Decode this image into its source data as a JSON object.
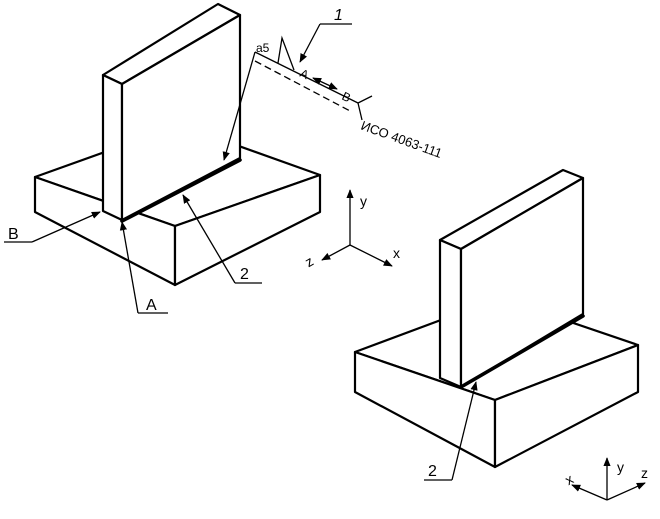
{
  "callouts": {
    "weld_line": "1",
    "joint_left": "2",
    "joint_right": "2",
    "arrow_side": "A",
    "other_side": "B"
  },
  "weld_symbol": {
    "size": "a5",
    "side_a": "A",
    "side_b": "B",
    "standard": "ИСО 4063-111"
  },
  "axes_left": {
    "x": "x",
    "y": "y",
    "z": "z"
  },
  "axes_right": {
    "x": "x",
    "y": "y",
    "z": "z"
  }
}
